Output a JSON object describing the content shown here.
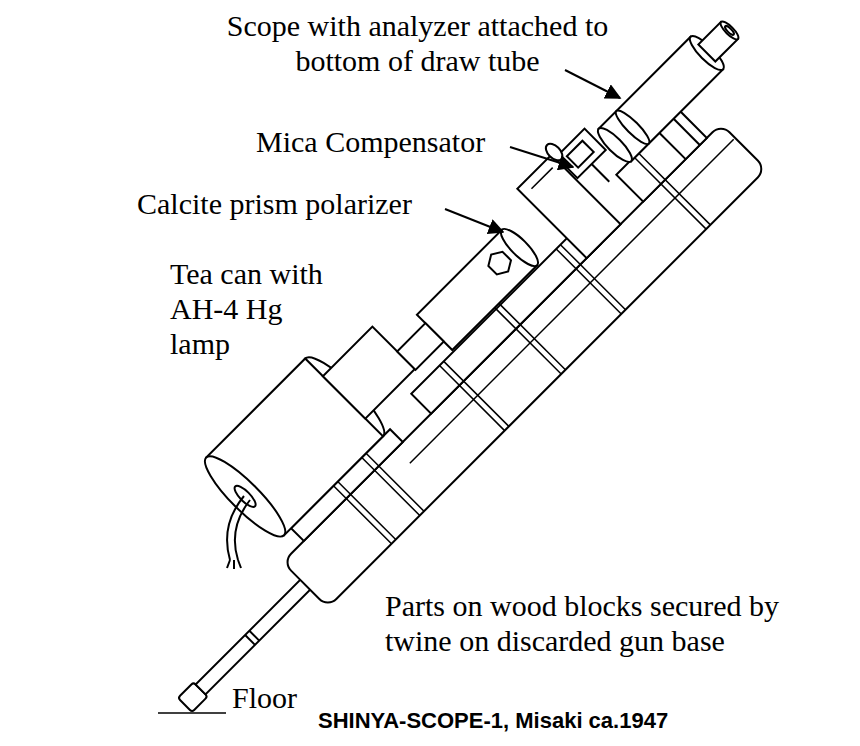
{
  "diagram": {
    "caption": "SHINYA-SCOPE-1, Misaki ca.1947",
    "labels": [
      "Scope with analyzer attached to bottom of draw tube",
      "Mica Compensator",
      "Calcite prism polarizer",
      "Tea can with AH-4 Hg lamp",
      "Parts on wood blocks secured by twine on discarded gun base",
      "Floor"
    ]
  }
}
